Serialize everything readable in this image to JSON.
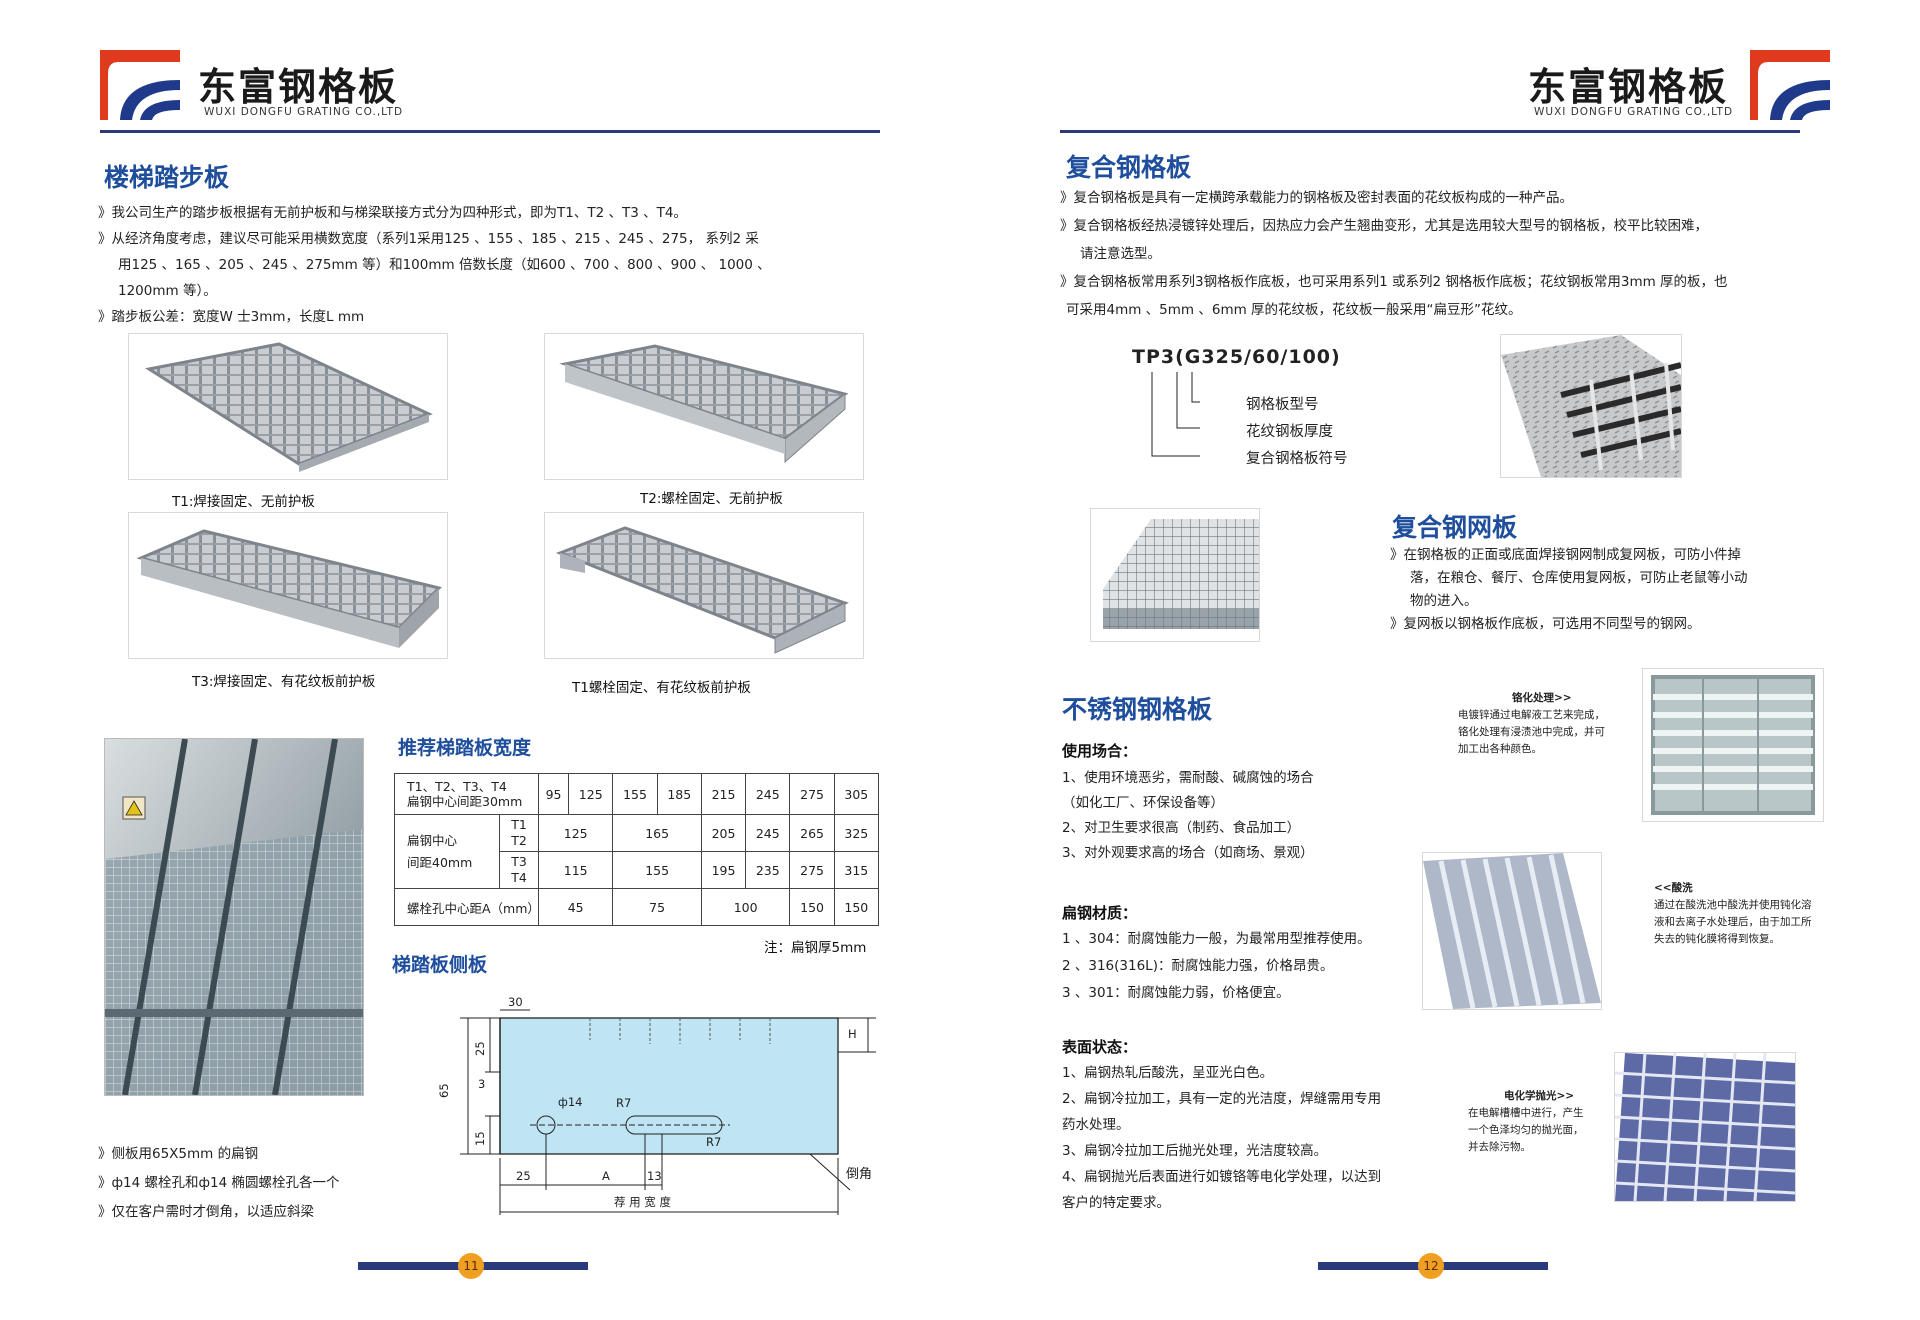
{
  "brand": {
    "cn": "东富钢格板",
    "en": "WUXI DONGFU GRATING CO.,LTD",
    "color_blue": "#2a3a7a",
    "color_red": "#e03a1e",
    "color_heading": "#1f4e9c"
  },
  "left": {
    "title": "楼梯踏步板",
    "intro": [
      [
        "》我公司生产的踏步板根据有无前护板和与梯梁联接方式分为四种形式，即为T1、T2 、T3 、T4。"
      ],
      [
        "》从经济角度考虑，建议尽可能采用横数宽度（系列1采用125 、155 、185 、215 、245 、275， 系列2 采",
        "用125 、165 、205 、245 、275mm 等）和100mm 倍数长度（如600 、700 、800 、900 、 1000 、",
        "1200mm 等）。"
      ],
      [
        "》踏步板公差：宽度W 士3mm，长度L  mm"
      ]
    ],
    "captions": [
      "T1:焊接固定、无前护板",
      "T2:螺栓固定、无前护板",
      "T3:焊接固定、有花纹板前护板",
      "T1螺栓固定、有花纹板前护板"
    ],
    "table_title": "推荐梯踏板宽度",
    "table": {
      "head_l1": "T1、T2、T3、T4",
      "head_l2": "扁钢中心间距30mm",
      "head": [
        "95",
        "125",
        "155",
        "185",
        "215",
        "245",
        "275",
        "305"
      ],
      "r1_label_a": "扁钢中心",
      "r1_label_b": "间距40mm",
      "r1_t1": "T1",
      "r1_t2": "T2",
      "r1_t3": "T3",
      "r1_t4": "T4",
      "row1": [
        "125",
        "165",
        "205",
        "245",
        "265",
        "325"
      ],
      "row2": [
        "115",
        "155",
        "195",
        "235",
        "275",
        "315"
      ],
      "r3_label": "螺栓孔中心距A（mm）",
      "row3": [
        "45",
        "75",
        "100",
        "150",
        "150"
      ]
    },
    "table_note": "注：扁钢厚5mm",
    "side_title": "梯踏板侧板",
    "side_dims": {
      "d30": "30",
      "d25": "25",
      "d65": "65",
      "d3": "3",
      "d15": "15",
      "phi14": "ф14",
      "r7a": "R7",
      "r7b": "R7",
      "d25b": "25",
      "a": "A",
      "d13": "13",
      "h": "H",
      "width": "荐  用  宽  度",
      "chamfer": "倒角"
    },
    "side_notes": [
      "》侧板用65X5mm 的扁钢",
      "》ф14 螺栓孔和ф14 椭圆螺栓孔各一个",
      "》仅在客户需时才倒角，以适应斜梁"
    ],
    "page_num": "11"
  },
  "right": {
    "composite_title": "复合钢格板",
    "composite_text": [
      [
        "》复合钢格板是具有一定横跨承载能力的钢格板及密封表面的花纹板构成的一种产品。"
      ],
      [
        "》复合钢格板经热浸镀锌处理后，因热应力会产生翘曲变形，尤其是选用较大型号的钢格板，校平比较困难，",
        "请注意选型。"
      ],
      [
        "》复合钢格板常用系列3钢格板作底板，也可采用系列1 或系列2 钢格板作底板；花纹钢板常用3mm 厚的板，也",
        "可采用4mm 、5mm 、6mm 厚的花纹板，花纹板一般采用“扁豆形”花纹。"
      ]
    ],
    "tp3": "TP3(G325/60/100)",
    "tp3_labels": [
      "钢格板型号",
      "花纹钢板厚度",
      "复合钢格板符号"
    ],
    "mesh_title": "复合钢网板",
    "mesh_text": [
      [
        "》在钢格板的正面或底面焊接钢网制成复网板，可防小件掉",
        "落，在粮仓、餐厅、仓库使用复网板，可防止老鼠等小动",
        "物的进入。"
      ],
      [
        "》复网板以钢格板作底板，可选用不同型号的钢网。"
      ]
    ],
    "ss_title": "不锈钢钢格板",
    "use_title": "使用场合：",
    "use_lines": [
      "1、使用环境恶劣，需耐酸、碱腐蚀的场合",
      "（如化工厂、环保设备等）",
      "2、对卫生要求很高（制药、食品加工）",
      "3、对外观要求高的场合（如商场、景观）"
    ],
    "mat_title": "扁钢材质：",
    "mat_lines": [
      "1 、304：耐腐蚀能力一般，为最常用型推荐使用。",
      "2 、316(316L)：耐腐蚀能力强，价格昂贵。",
      "3 、301：耐腐蚀能力弱，价格便宜。"
    ],
    "surf_title": "表面状态：",
    "surf_lines": [
      "1、扁钢热轧后酸洗，呈亚光白色。",
      "2、扁钢冷拉加工，具有一定的光洁度，焊缝需用专用",
      "药水处理。",
      "3、扁钢冷拉加工后抛光处理，光洁度较高。",
      "4、扁钢抛光后表面进行如镀铬等电化学处理，以达到",
      "客户的特定要求。"
    ],
    "note1_title": "铬化处理>>",
    "note1": [
      "电镀锌通过电解液工艺来完成，",
      "铬化处理有浸渍池中完成，并可",
      "加工出各种颜色。"
    ],
    "note2_title": "<<酸洗",
    "note2": [
      "通过在酸洗池中酸洗并使用钝化溶",
      "液和去离子水处理后，由于加工所",
      "失去的钝化膜将得到恢复。"
    ],
    "note3_title": "电化学抛光>>",
    "note3": [
      "在电解槽槽中进行，产生",
      "一个色泽均匀的抛光面，",
      "并去除污物。"
    ],
    "page_num": "12"
  }
}
